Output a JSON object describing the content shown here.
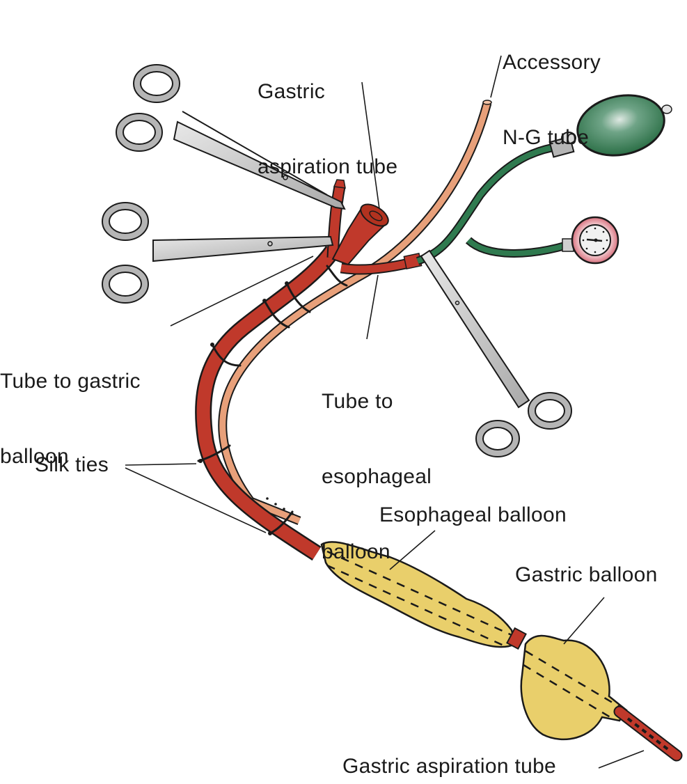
{
  "figure": {
    "title": "Sengstaken-Blakemore tube setup",
    "colors": {
      "red_tube": "#c0392b",
      "salmon_tube": "#e8a07a",
      "balloon_yellow": "#e9cf6b",
      "green_bulb": "#2f7a4f",
      "steel": "#c8c8c8",
      "gauge_rim": "#e8a4ad"
    }
  },
  "labels": {
    "accessory_ng_tube": [
      "Accessory",
      "N-G tube"
    ],
    "gastric_aspiration_tube_top": [
      "Gastric",
      "aspiration tube"
    ],
    "tube_to_gastric_balloon": [
      "Tube to gastric",
      "balloon"
    ],
    "tube_to_esophageal_balloon": [
      "Tube to",
      "esophageal",
      "balloon"
    ],
    "silk_ties": "Silk ties",
    "esophageal_balloon": "Esophageal balloon",
    "gastric_balloon": "Gastric balloon",
    "gastric_aspiration_tube_bottom": "Gastric aspiration tube"
  }
}
